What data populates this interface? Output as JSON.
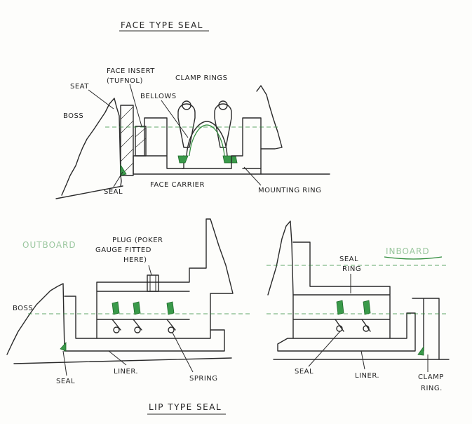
{
  "top_figure": {
    "title": "FACE TYPE SEAL",
    "labels": {
      "seat": "SEAT",
      "boss": "BOSS",
      "face_insert": "FACE INSERT",
      "face_insert_note": "(TUFNOL)",
      "bellows": "BELLOWS",
      "clamp_rings": "CLAMP RINGS",
      "seal": "SEAL",
      "face_carrier": "FACE CARRIER",
      "mounting_ring": "MOUNTING RING"
    }
  },
  "bottom_left_figure": {
    "side_label": "OUTBOARD",
    "labels": {
      "plug_line1": "PLUG (POKER",
      "plug_line2": "GAUGE FITTED",
      "plug_line3": "HERE)",
      "boss": "BOSS",
      "seal": "SEAL",
      "liner": "LINER.",
      "spring": "SPRING"
    }
  },
  "bottom_right_figure": {
    "side_label": "INBOARD",
    "labels": {
      "seal_ring_line1": "SEAL",
      "seal_ring_line2": "RING",
      "seal": "SEAL",
      "liner": "LINER.",
      "clamp_ring_line1": "CLAMP",
      "clamp_ring_line2": "RING."
    }
  },
  "bottom_title": "LIP TYPE SEAL",
  "colors": {
    "ink": "#2a2a2a",
    "seal_green": "#3a9a4a",
    "faded_green_text": "#9bc79f"
  }
}
